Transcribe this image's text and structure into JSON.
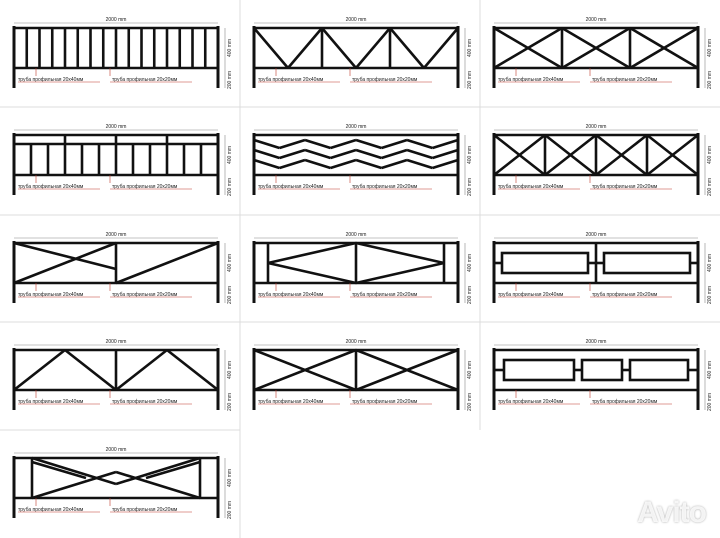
{
  "labels": {
    "width": "2000 mm",
    "height": "400 mm",
    "ground": "200 mm",
    "pipe_main": "труба профильная 20x40мм",
    "pipe_inner": "труба профильная 20x20мм"
  },
  "panels": [
    {
      "pattern": "vertical-bars"
    },
    {
      "pattern": "triangles"
    },
    {
      "pattern": "x-cross"
    },
    {
      "pattern": "short-verticals"
    },
    {
      "pattern": "chevrons"
    },
    {
      "pattern": "x-squares"
    },
    {
      "pattern": "big-triangles"
    },
    {
      "pattern": "diamonds"
    },
    {
      "pattern": "rectangles"
    },
    {
      "pattern": "peaks"
    },
    {
      "pattern": "double-x"
    },
    {
      "pattern": "three-rectangles"
    },
    {
      "pattern": "x-diamonds"
    }
  ],
  "watermark": "Avito"
}
